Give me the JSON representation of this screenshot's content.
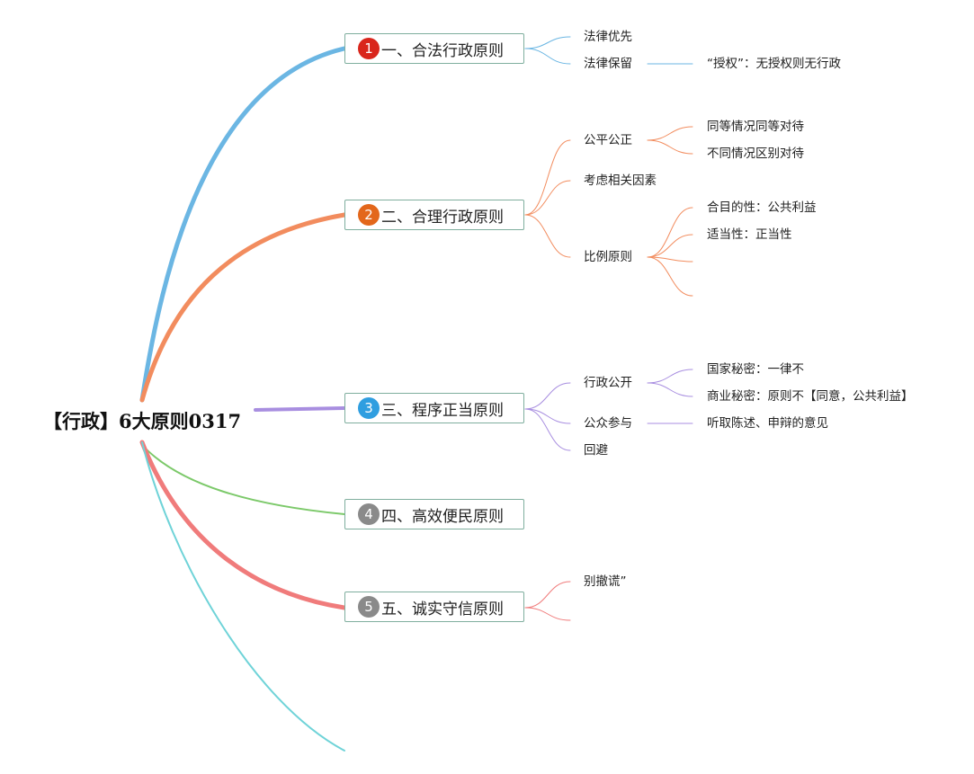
{
  "root": {
    "title": "【行政】6大原则0317"
  },
  "branches": [
    {
      "num": "1",
      "label": "一、合法行政原则",
      "badge_color": "#d9261c",
      "edge_color": "#6bb6e3",
      "children": [
        {
          "label": "法律优先",
          "children": []
        },
        {
          "label": "法律保留",
          "children": [
            "“授权”：无授权则无行政"
          ]
        }
      ]
    },
    {
      "num": "2",
      "label": "二、合理行政原则",
      "badge_color": "#e3671b",
      "edge_color": "#f28c5e",
      "children": [
        {
          "label": "公平公正",
          "children": [
            "同等情况同等对待",
            "不同情况区别对待"
          ]
        },
        {
          "label": "考虑相关因素",
          "children": []
        },
        {
          "label": "比例原则",
          "children": [
            "合目的性：公共利益",
            "适当性：正当性",
            "",
            ""
          ]
        }
      ]
    },
    {
      "num": "3",
      "label": "三、程序正当原则",
      "badge_color": "#2f9ee0",
      "edge_color": "#a88ee0",
      "children": [
        {
          "label": "行政公开",
          "children": [
            "国家秘密：一律不",
            "商业秘密：原则不【同意，公共利益】"
          ]
        },
        {
          "label": "公众参与",
          "children": [
            "听取陈述、申辩的意见"
          ]
        },
        {
          "label": "回避",
          "children": []
        }
      ]
    },
    {
      "num": "4",
      "label": "四、高效便民原则",
      "badge_color": "#8a8a8a",
      "edge_color": "#7cc96a",
      "children": []
    },
    {
      "num": "5",
      "label": "五、诚实守信原则",
      "badge_color": "#8a8a8a",
      "edge_color": "#f07b7b",
      "children": [
        {
          "label": "别撤谎”",
          "children": []
        },
        {
          "label": "",
          "children": []
        }
      ]
    }
  ]
}
